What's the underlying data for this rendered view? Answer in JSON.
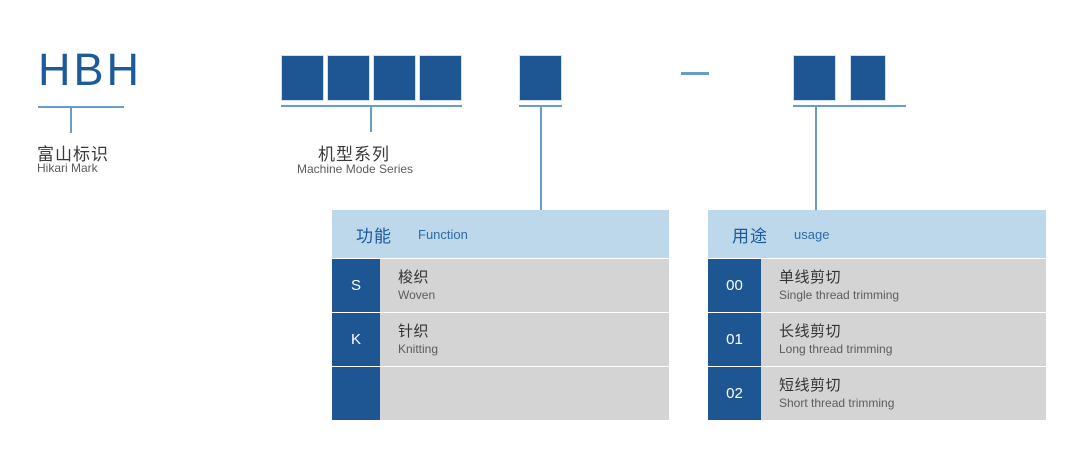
{
  "brand": {
    "mark": "HBH",
    "label_cn": "富山标识",
    "label_en": "Hikari Mark"
  },
  "series": {
    "label_cn": "机型系列",
    "label_en": "Machine Mode Series",
    "box_count": 4
  },
  "separator": {
    "glyph": "dash"
  },
  "function_table": {
    "header_cn": "功能",
    "header_en": "Function",
    "rows": [
      {
        "code": "S",
        "cn": "梭织",
        "en": "Woven"
      },
      {
        "code": "K",
        "cn": "针织",
        "en": "Knitting"
      },
      {
        "code": "",
        "cn": "",
        "en": ""
      }
    ]
  },
  "usage_table": {
    "header_cn": "用途",
    "header_en": "usage",
    "rows": [
      {
        "code": "00",
        "cn": "单线剪切",
        "en": "Single thread trimming"
      },
      {
        "code": "01",
        "cn": "长线剪切",
        "en": "Long thread trimming"
      },
      {
        "code": "02",
        "cn": "短线剪切",
        "en": "Short thread trimming"
      }
    ]
  },
  "colors": {
    "box_blue": "#1e5694",
    "header_blue": "#bdd8ea",
    "line_blue": "#6b9cc8",
    "body_gray": "#d4d4d4",
    "brand_blue": "#1c5a9c"
  }
}
